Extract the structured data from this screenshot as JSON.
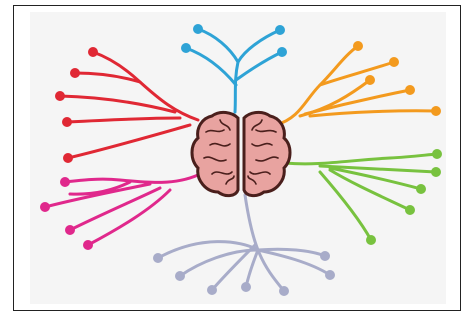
{
  "image": {
    "subject": "brain-mind-map",
    "colors": {
      "background": "#f5f5f5",
      "frame": "#222222",
      "brain_fill": "#e8a3a0",
      "brain_outline": "#4a1f1c"
    },
    "branches": [
      {
        "direction": "top",
        "color": "#2ea3d6"
      },
      {
        "direction": "top-right",
        "color": "#f39a1e"
      },
      {
        "direction": "right",
        "color": "#78c23f"
      },
      {
        "direction": "bottom",
        "color": "#a8acc9"
      },
      {
        "direction": "left-lower",
        "color": "#e0288c"
      },
      {
        "direction": "left-upper",
        "color": "#e02834"
      }
    ]
  }
}
